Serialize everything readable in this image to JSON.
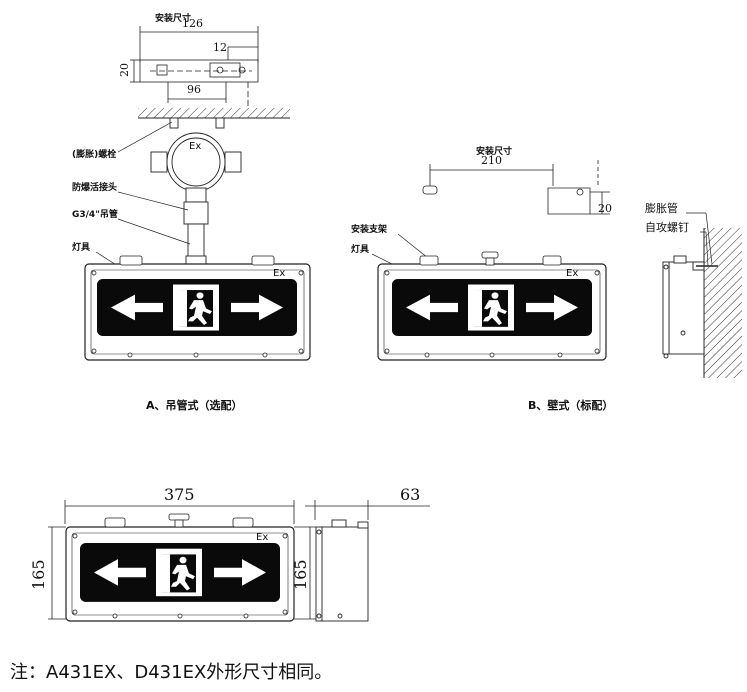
{
  "labels": {
    "install_size": "安装尺寸",
    "expansion_bolt": "(膨胀)螺栓",
    "explosion_proof_joint": "防爆活接头",
    "hanging_pipe": "G3/4\"吊管",
    "lamp": "灯具",
    "ex_mark": "Ex",
    "mount_bracket": "安装支架",
    "expansion_tube": "膨胀管",
    "self_tapping_screw": "自攻螺钉",
    "caption_a": "A、吊管式（选配）",
    "caption_b": "B、壁式（标配）"
  },
  "dims": {
    "d126": "126",
    "d12": "12",
    "d20": "20",
    "d96": "96",
    "d210": "210",
    "d20b": "20",
    "d375": "375",
    "d63": "63",
    "d165": "165",
    "d165b": "165"
  },
  "note": "注：A431EX、D431EX外形尺寸相同。"
}
